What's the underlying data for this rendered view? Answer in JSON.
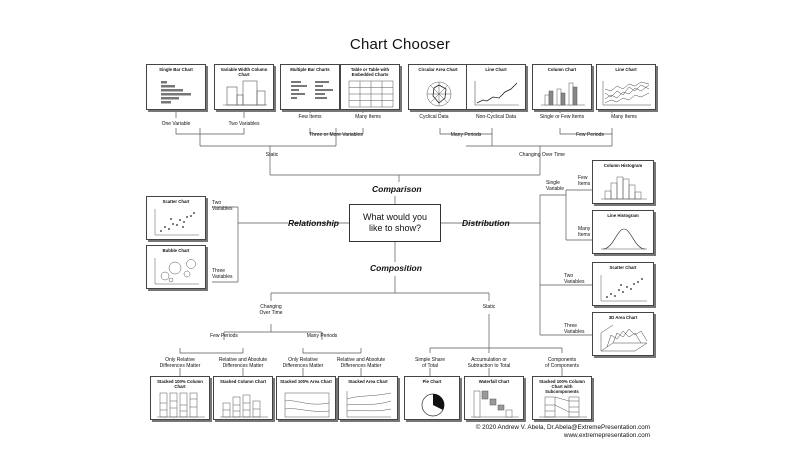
{
  "title": "Chart Chooser",
  "center_question": "What would you\nlike to show?",
  "categories": {
    "comparison": "Comparison",
    "relationship": "Relationship",
    "distribution": "Distribution",
    "composition": "Composition"
  },
  "cards": {
    "single_bar": "Single Bar Chart",
    "variable_width": "Variable Width Column Chart",
    "multiple_bar": "Multiple Bar Charts",
    "table_embedded": "Table or Table with Embedded Charts",
    "circular_area": "Circular Area Chart",
    "line_chart_1": "Line Chart",
    "column_chart": "Column Chart",
    "line_chart_2": "Line Chart",
    "scatter_rel": "Scatter Chart",
    "bubble": "Bubble Chart",
    "column_histogram": "Column Histogram",
    "line_histogram": "Line Histogram",
    "scatter_dist": "Scatter Chart",
    "area_3d": "3D Area Chart",
    "stacked_100_column": "Stacked 100% Column Chart",
    "stacked_column": "Stacked Column Chart",
    "stacked_100_area": "Stacked 100% Area Chart",
    "stacked_area": "Stacked Area Chart",
    "pie": "Pie Chart",
    "waterfall": "Waterfall Chart",
    "stacked_100_sub": "Stacked 100% Column Chart with Subcomponents"
  },
  "labels": {
    "one_variable": "One Variable",
    "two_variables_top": "Two Variables",
    "few_items_top": "Few Items",
    "many_items_top": "Many Items",
    "cyclical_data": "Cyclical Data",
    "non_cyclical_data": "Non-Cyclical Data",
    "single_or_few": "Single or Few Items",
    "many_items_top2": "Many Items",
    "three_or_more": "Three or More Variables",
    "many_periods_top": "Many Periods",
    "few_periods_top": "Few Periods",
    "static_top": "Static",
    "changing_over_time_top": "Changing Over Time",
    "rel_two_variables": "Two\nVariables",
    "rel_three_variables": "Three\nVariables",
    "single_variable": "Single\nVariable",
    "few_items_dist": "Few\nItems",
    "many_items_dist": "Many\nItems",
    "two_variables_dist": "Two\nVariables",
    "three_variables_dist": "Three\nVariables",
    "changing_over_time_comp": "Changing\nOver Time",
    "static_comp": "Static",
    "few_periods_comp": "Few Periods",
    "many_periods_comp": "Many Periods",
    "only_relative_1": "Only Relative\nDifferences Matter",
    "rel_abs_1": "Relative and Absolute\nDifferences Matter",
    "only_relative_2": "Only Relative\nDifferences Matter",
    "rel_abs_2": "Relative and Absolute\nDifferences Matter",
    "simple_share": "Simple Share\nof Total",
    "accumulation": "Accumulation or\nSubtraction to Total",
    "components": "Components\nof Components"
  },
  "copyright": "© 2020  Andrew V. Abela, Dr.Abela@ExtremePresentation.com\nwww.extremepresentation.com"
}
